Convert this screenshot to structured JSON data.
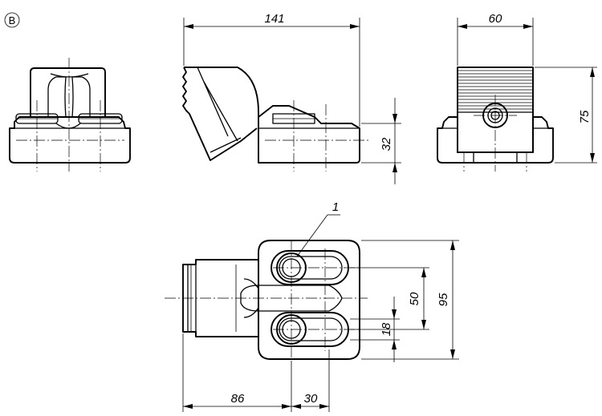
{
  "view_marker": "B",
  "part_label": "1",
  "dimensions": {
    "overall_length": "141",
    "width": "60",
    "height": "75",
    "base_height": "32",
    "slot_spacing": "50",
    "base_width": "95",
    "slot_width": "18",
    "offset_x": "86",
    "slot_length": "30"
  }
}
